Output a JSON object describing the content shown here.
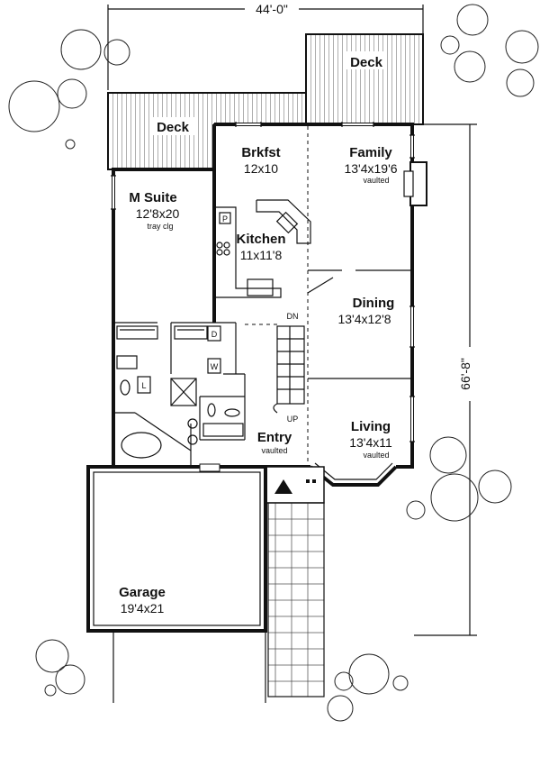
{
  "dimensions": {
    "width": "44'-0\"",
    "depth": "66'-8\""
  },
  "rooms": {
    "deck_upper": {
      "name": "Deck"
    },
    "deck_lower": {
      "name": "Deck"
    },
    "breakfast": {
      "name": "Brkfst",
      "size": "12x10"
    },
    "family": {
      "name": "Family",
      "size": "13'4x19'6",
      "note": "vaulted"
    },
    "master_suite": {
      "name": "M Suite",
      "size": "12'8x20",
      "note": "tray clg"
    },
    "kitchen": {
      "name": "Kitchen",
      "size": "11x11'8"
    },
    "dining": {
      "name": "Dining",
      "size": "13'4x12'8"
    },
    "entry": {
      "name": "Entry",
      "note": "vaulted"
    },
    "living": {
      "name": "Living",
      "size": "13'4x11",
      "note": "vaulted"
    },
    "garage": {
      "name": "Garage",
      "size": "19'4x21"
    }
  },
  "fixtures": {
    "pantry": "P",
    "dryer": "D",
    "washer": "W",
    "linen": "L"
  },
  "stairs": {
    "down": "DN",
    "up": "UP"
  }
}
